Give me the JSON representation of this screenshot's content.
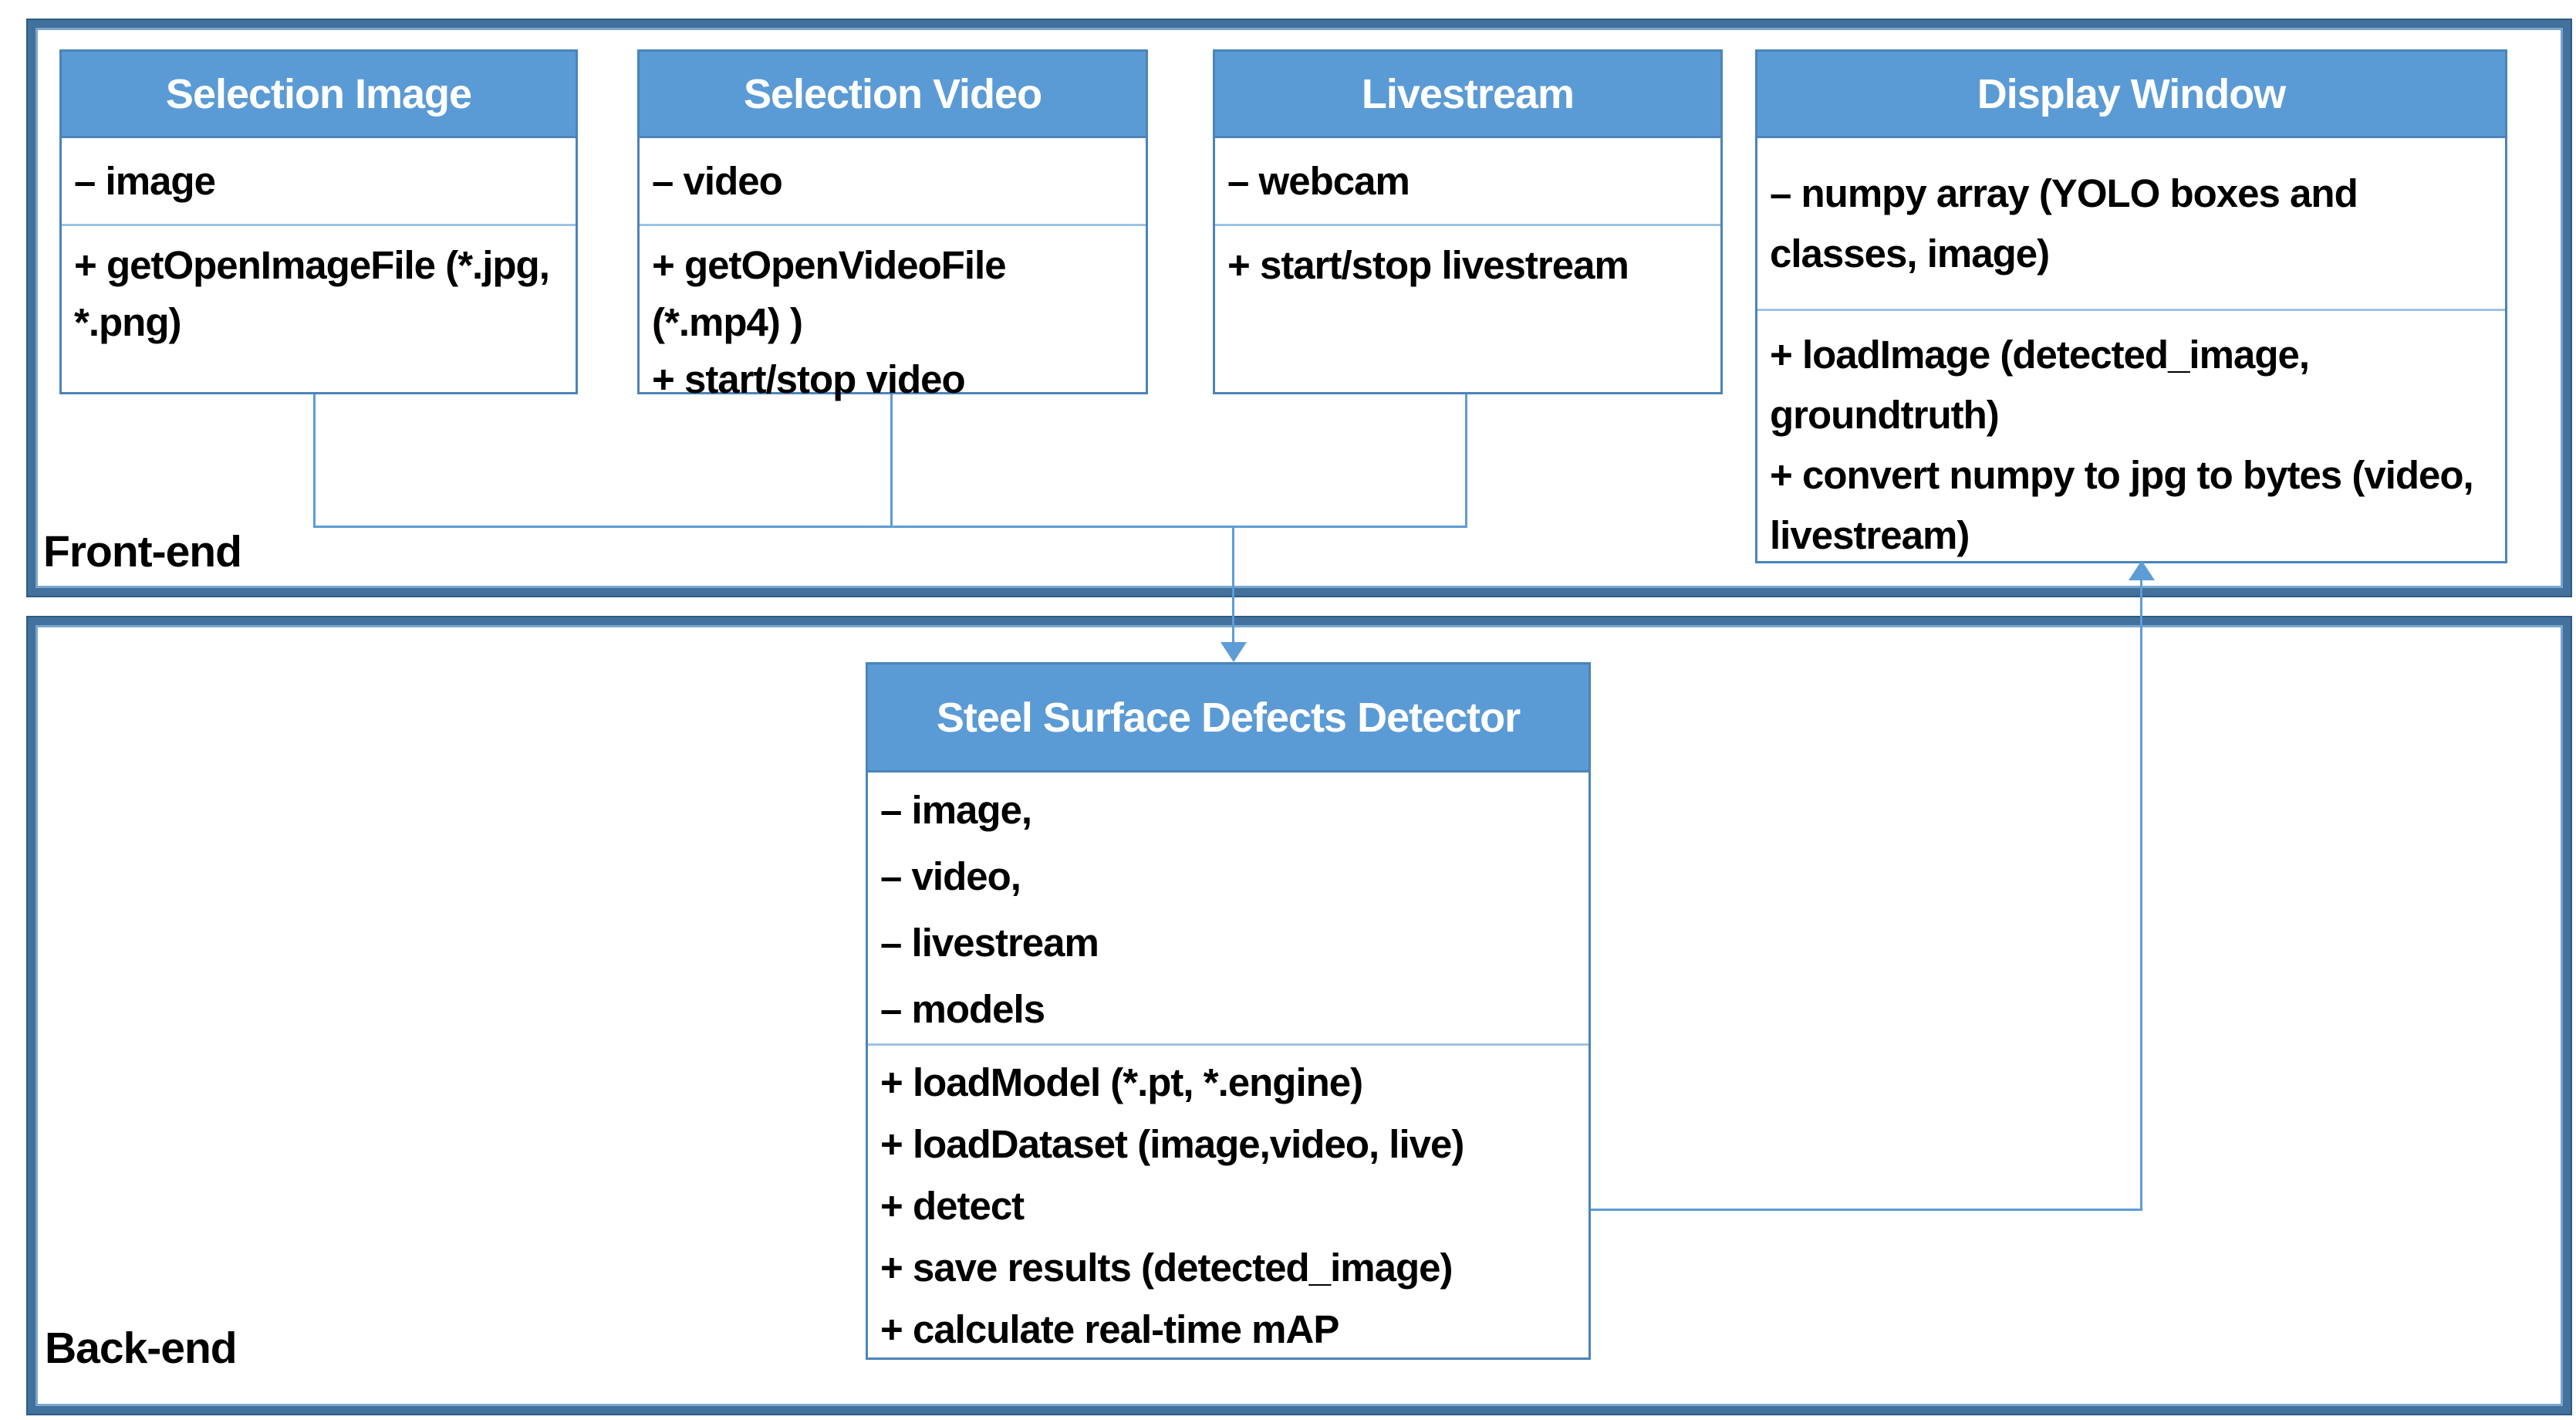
{
  "frontend": {
    "label": "Front-end",
    "selection_image": {
      "title": "Selection Image",
      "attributes": [
        "– image"
      ],
      "methods": [
        "+ getOpenImageFile (*.jpg, *.png)"
      ]
    },
    "selection_video": {
      "title": "Selection Video",
      "attributes": [
        "– video"
      ],
      "methods": [
        "+ getOpenVideoFile (*.mp4) )",
        "+ start/stop video"
      ]
    },
    "livestream": {
      "title": "Livestream",
      "attributes": [
        "– webcam"
      ],
      "methods": [
        "+ start/stop livestream"
      ]
    },
    "display_window": {
      "title": "Display Window",
      "attributes": [
        "– numpy array (YOLO boxes and classes, image)"
      ],
      "methods": [
        "+ loadImage (detected_image, groundtruth)",
        "+ convert numpy to jpg to bytes (video, livestream)"
      ]
    }
  },
  "backend": {
    "label": "Back-end",
    "detector": {
      "title": "Steel Surface Defects Detector",
      "attributes": [
        "– image,",
        "– video,",
        "– livestream",
        "– models"
      ],
      "methods": [
        "+ loadModel (*.pt, *.engine)",
        "+ loadDataset (image,video, live)",
        "+ detect",
        "+ save results (detected_image)",
        "+ calculate real-time mAP"
      ]
    }
  },
  "colors": {
    "header_fill": "#5B9BD5",
    "header_text": "#FFFFFF",
    "box_border": "#4B84B9",
    "divider": "#9DC3E6",
    "container_border": "#41719C",
    "connector": "#5E9CD6",
    "text": "#000000"
  }
}
